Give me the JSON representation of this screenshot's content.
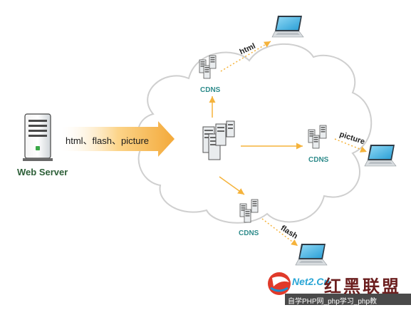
{
  "web_server": {
    "label": "Web Server"
  },
  "big_arrow": {
    "text": "html、flash、picture"
  },
  "cdn_nodes": {
    "label": "CDNS"
  },
  "links": {
    "html": "html",
    "picture": "picture",
    "flash": "flash"
  },
  "watermark": {
    "site": "Net2.Cn",
    "chinese": "红黑联盟",
    "bottom": "自学PHP网_php学习_php教"
  },
  "colors": {
    "arrow": "#f5b33b",
    "cdns_text": "#2e8b8b",
    "cloud_stroke": "#cfcfcf",
    "web_server_text": "#2d5f38"
  }
}
